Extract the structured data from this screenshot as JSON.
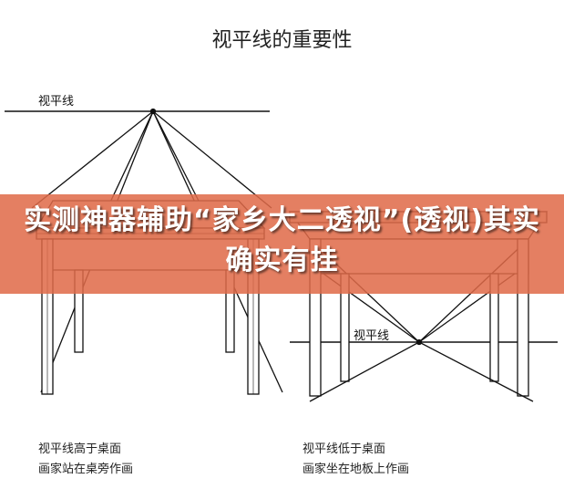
{
  "diagram": {
    "title": "视平线的重要性",
    "left": {
      "horizon_label": "视平线",
      "caption_line1": "视平线高于桌面",
      "caption_line2": "画家站在桌旁作画"
    },
    "right": {
      "horizon_label": "视平线",
      "caption_line1": "视平线低于桌面",
      "caption_line2": "画家坐在地板上作画"
    }
  },
  "banner": {
    "headline": "实测神器辅助“家乡大二透视”(透视)其实确实有挂",
    "color": "#e06a48"
  }
}
